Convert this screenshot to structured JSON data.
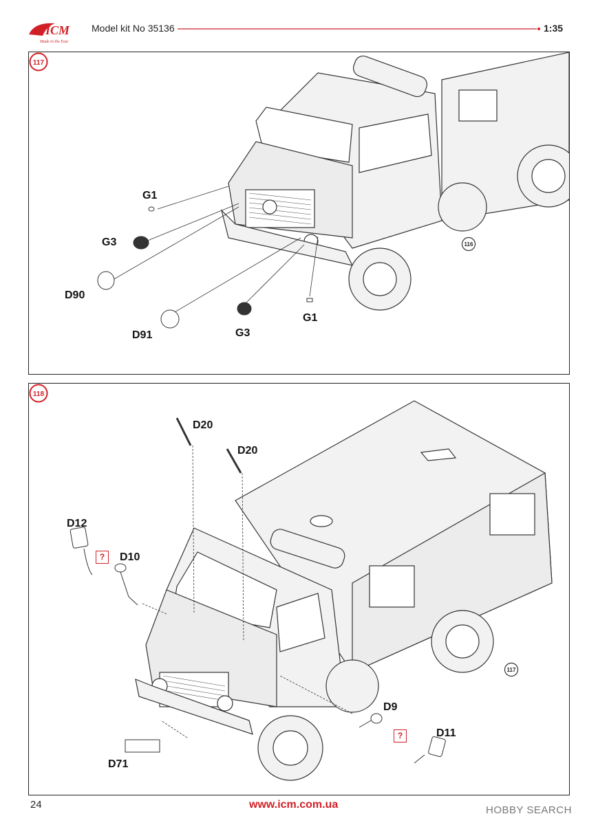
{
  "header": {
    "brand": "ICM",
    "brand_tagline": "Made in the East",
    "model_kit": "Model kit No 35136",
    "scale": "1:35"
  },
  "steps": [
    {
      "number": "117",
      "ref_step": "116",
      "labels": [
        "G1",
        "G3",
        "D90",
        "D91",
        "G3",
        "G1"
      ]
    },
    {
      "number": "118",
      "ref_step": "117",
      "labels": [
        "D20",
        "D20",
        "D12",
        "D10",
        "D9",
        "D11",
        "D71"
      ],
      "warning_symbol": "?"
    }
  ],
  "footer": {
    "page_number": "24",
    "url": "www.icm.com.ua",
    "watermark": "HOBBY SEARCH"
  },
  "colors": {
    "accent": "#d22027",
    "line": "#222222"
  }
}
